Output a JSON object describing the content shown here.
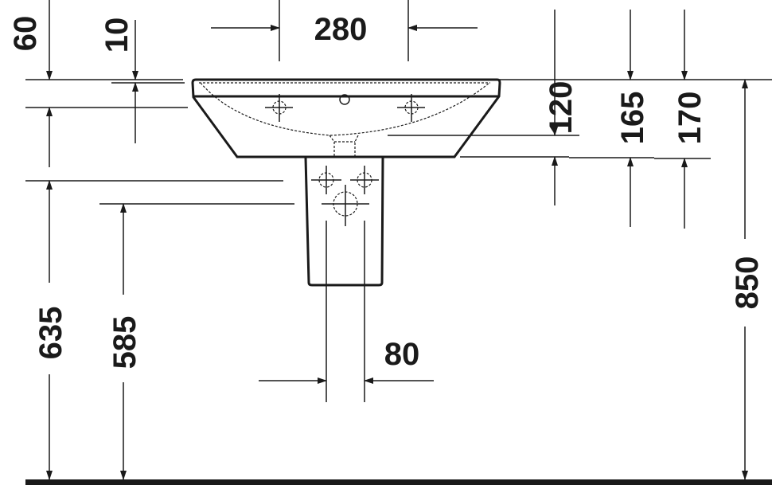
{
  "drawing": {
    "title": "Washbasin with pedestal - front elevation dimensions",
    "dimensions": {
      "top_width": "280",
      "rim_60": "60",
      "rim_10": "10",
      "depth_120": "120",
      "depth_165": "165",
      "depth_170": "170",
      "total_height": "850",
      "height_635": "635",
      "height_585": "585",
      "pipe_width": "80"
    },
    "line_color": "#1a1a1a"
  }
}
